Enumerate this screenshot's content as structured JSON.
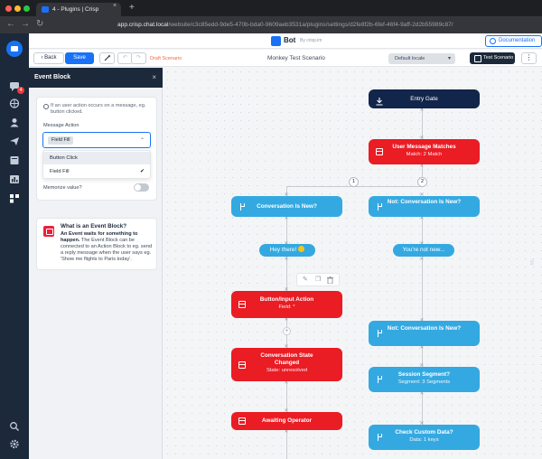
{
  "browser": {
    "tab_title": "4 - Plugins | Crisp",
    "tab_close": "×",
    "new_tab": "+",
    "nav_back": "←",
    "nav_forward": "→",
    "nav_reload": "↻",
    "url_host": "app.crisp.chat.local",
    "url_path": "/website/c3c85edd-9de5-470b-bda0-9609aeb3531a/plugins/settings/d2fe8f2b-6fef-46f4-9aff-2d2b55989c87/"
  },
  "appnav": {
    "unread_badge": "4",
    "icons": [
      "chat-icon",
      "globe-icon",
      "contacts-icon",
      "campaigns-icon",
      "helpdesk-icon",
      "analytics-icon",
      "plugins-icon",
      "search-icon",
      "settings-icon"
    ]
  },
  "header": {
    "bot_title": "Bot",
    "bot_by": "By crisp.im",
    "documentation": "Documentation"
  },
  "toolbar": {
    "back": "‹ Back",
    "save": "Save",
    "draft": "Draft Scenario",
    "scenario_name": "Monkey Test Scenario",
    "locale": "Default locale",
    "test_scenario": "Test Scenario",
    "more": "⋮"
  },
  "panel": {
    "title": "Event Block",
    "close": "×",
    "hint": "If an user action occurs on a message, eg. button clicked.",
    "message_action_label": "Message Action",
    "selected_value": "Field Fill",
    "options": [
      "Button Click",
      "Field Fill"
    ],
    "memorize_label": "Memorize value?",
    "info_title": "What is an Event Block?",
    "info_text_bold": "An Event waits for something to happen.",
    "info_text": " The Event Block can be connected to an Action Block to eg. send a reply message when the user says eg. 'Show me flights to Paris today'."
  },
  "canvas": {
    "nodes": {
      "entry": {
        "title": "Entry Gate"
      },
      "match": {
        "title": "User Message Matches",
        "sub": "Match: 2 Match"
      },
      "cond_left": {
        "title": "Conversation Is New?"
      },
      "cond_right": {
        "title": "Not: Conversation Is New?"
      },
      "msg_left": {
        "title": "Hey there!"
      },
      "msg_right": {
        "title": "You're not new..."
      },
      "action": {
        "title": "Button/Input Action",
        "sub": "Field: *"
      },
      "state": {
        "title": "Conversation State Changed",
        "sub": "State: unresolved"
      },
      "operator": {
        "title": "Awaiting Operator"
      },
      "cond_right2": {
        "title": "Not: Conversation Is New?"
      },
      "segment": {
        "title": "Session Segment?",
        "sub": "Segment: 3 Segments"
      },
      "custom": {
        "title": "Check Custom Data?",
        "sub": "Data: 1 keys"
      }
    },
    "branch_1": "1",
    "branch_2": "2",
    "add": "+",
    "tool_edit": "✎",
    "tool_copy": "❐",
    "tool_delete": "🗑",
    "drag_handle": "⁞⁞"
  }
}
